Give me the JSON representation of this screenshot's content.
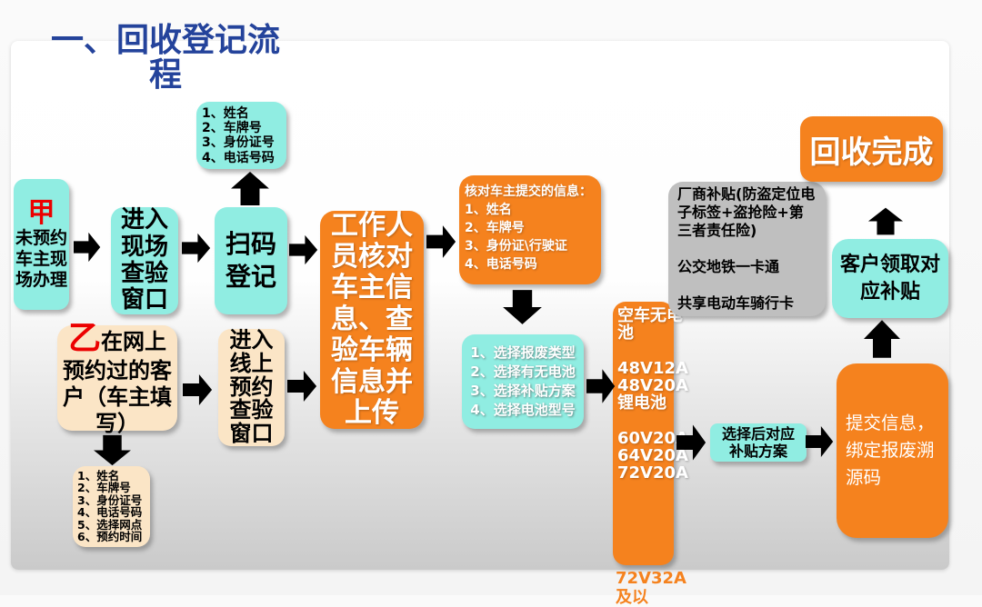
{
  "title": "一、回收登记流\n程",
  "colors": {
    "accent_orange": "#F5821E",
    "accent_cyan": "#90EDE2",
    "accent_peach": "#FBE5C6",
    "accent_gray": "#BFBFBF",
    "arrow_gold": "#FFC003",
    "arrow_border": "#A6393D",
    "title_blue": "#24439B",
    "label_red": "#EC0000"
  },
  "flow_a": {
    "label": "甲",
    "start": "未预约车主现场办理",
    "enter_site": "进入\n现场\n查验\n窗口",
    "scan_register": "扫码\n登记",
    "scan_info": "1、姓名\n2、车牌号\n3、身份证号\n4、电话号码"
  },
  "flow_b": {
    "label": "乙",
    "start": "在网上预约过的客户（车主填写）",
    "enter_online": "进入\n线上\n预约\n查验\n窗口",
    "booking_info": "1、姓名\n2、车牌号\n3、身份证号\n4、电话号码\n5、选择网点\n6、预约时间"
  },
  "merge": {
    "staff_check": "工作人员核对车主信息、查验车辆信息并上传",
    "verify_info": "核对车主提交的信息：\n1、姓名\n2、车牌号\n3、身份证\\行驶证\n4、电话号码",
    "select_options": "1、选择报废类型\n2、选择有无电池\n3、选择补贴方案\n4、选择电池型号",
    "battery_types": "空车无电池\n\n48V12A\n48V20A\n锂电池\n\n60V20A\n64V20A\n72V20A",
    "battery_overflow": "72V32A 及以",
    "subsidy_select": "选择后对应\n补贴方案",
    "submit_bind": "提交信息，绑定报废溯源码",
    "manufacturer_subsidy": "厂商补贴(防盗定位电子标签+盗抢险+第三者责任险)\n\n公交地铁一卡通\n\n共享电动车骑行卡",
    "claim_subsidy": "客户领取对应补贴",
    "done": "回收完成"
  }
}
